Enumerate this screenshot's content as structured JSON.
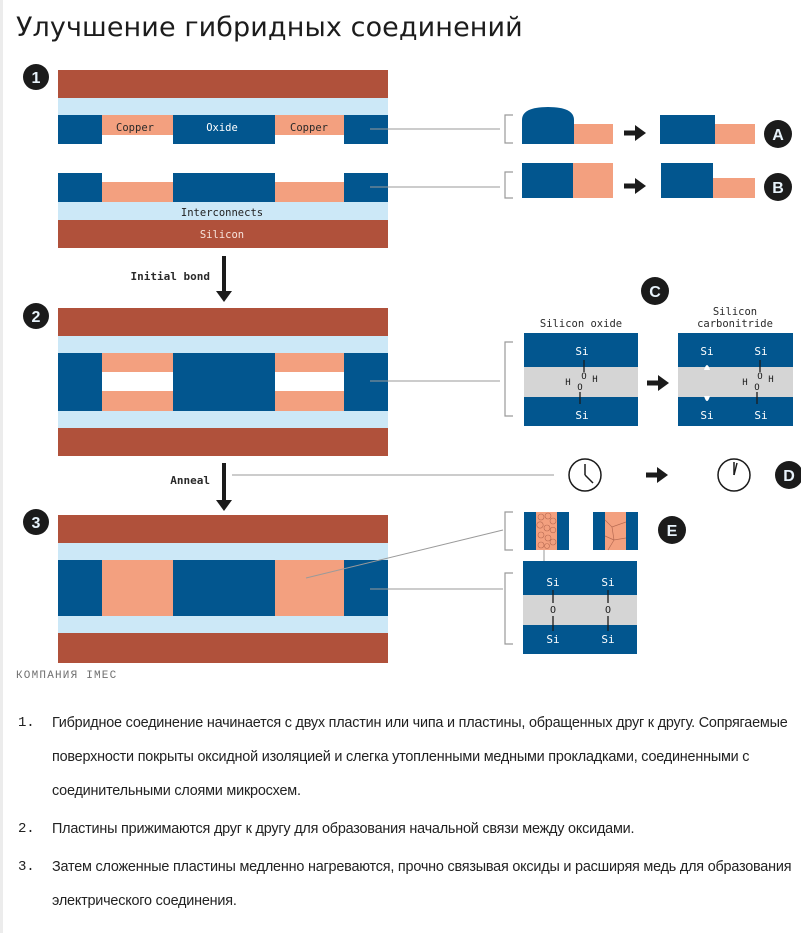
{
  "title": "Улучшение гибридных соединений",
  "colors": {
    "silicon": "#b0513b",
    "interconnect": "#cce8f7",
    "oxide": "#02568f",
    "copper": "#f3a07f",
    "gap": "#d5d5d5",
    "badge": "#1b1b1b",
    "leader": "#9a9a9a"
  },
  "diagram": {
    "badges": {
      "step1": "1",
      "step2": "2",
      "step3": "3",
      "a": "A",
      "b": "B",
      "c": "C",
      "d": "D",
      "e": "E"
    },
    "labels": {
      "copper_left": "Copper",
      "oxide": "Oxide",
      "copper_right": "Copper",
      "interconnects": "Interconnects",
      "silicon": "Silicon",
      "initial_bond": "Initial bond",
      "anneal": "Anneal"
    },
    "panel_c": {
      "left_title": "Silicon oxide",
      "right_title_line1": "Silicon",
      "right_title_line2": "carbonitride",
      "si": "Si",
      "o": "O",
      "h": "H"
    },
    "icons": {
      "arrow": "right-arrow-icon",
      "clock": "clock-icon"
    }
  },
  "credit": "КОМПАНИЯ IMEC",
  "steps": [
    {
      "num": "1.",
      "text": "Гибридное соединение начинается с двух пластин или чипа и пластины, обращенных друг к другу. Сопрягаемые поверхности покрыты оксидной изоляцией и слегка утопленными медными прокладками, соединенными с соединительными слоями микросхем."
    },
    {
      "num": "2.",
      "text": "Пластины прижимаются друг к другу для образования начальной связи между оксидами."
    },
    {
      "num": "3.",
      "text": "Затем сложенные пластины медленно нагреваются, прочно связывая оксиды и расширяя медь для образования электрического соединения."
    }
  ]
}
